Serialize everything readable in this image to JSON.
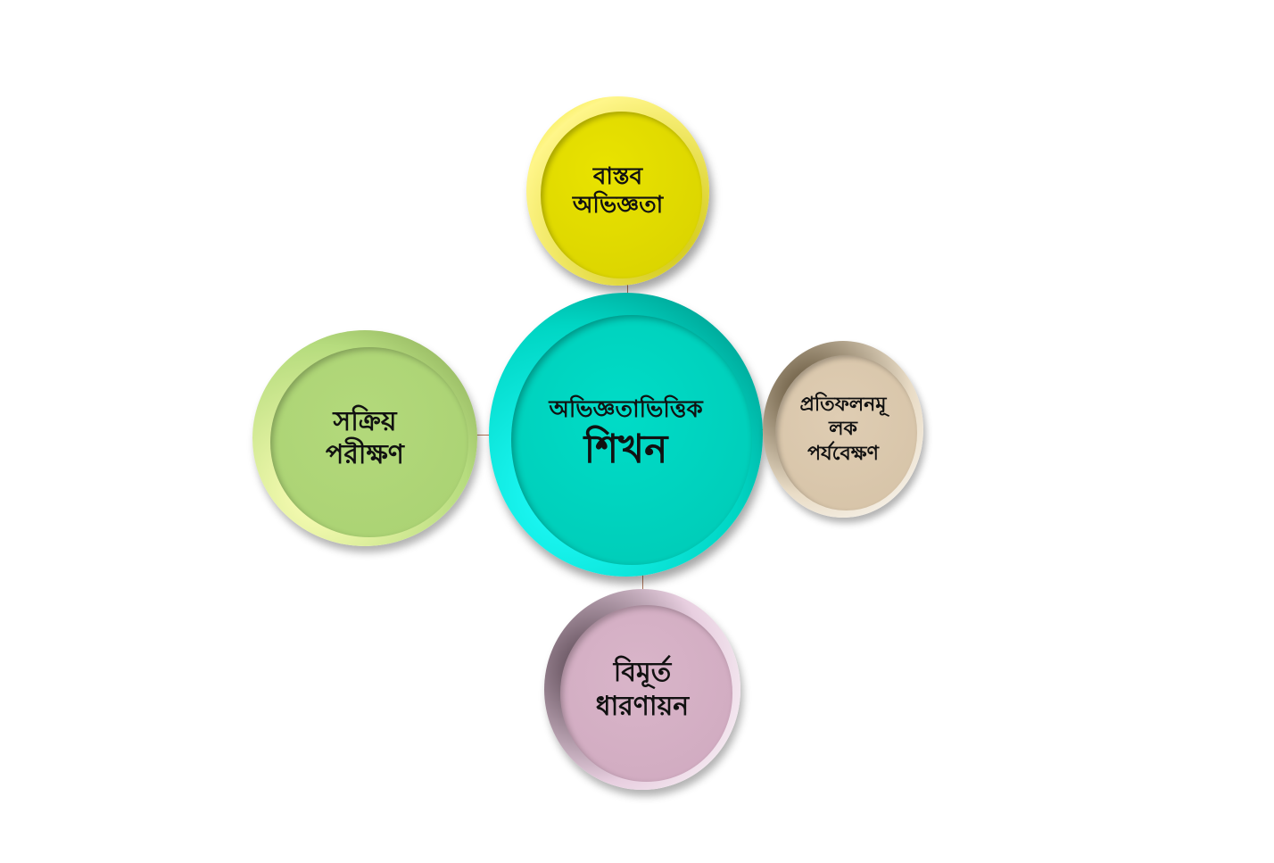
{
  "center": {
    "line1": "অভিজ্ঞতাভিত্তিক",
    "line2": "শিখন"
  },
  "top": {
    "line1": "বাস্তব",
    "line2": "অভিজ্ঞতা"
  },
  "right": {
    "line1": "প্রতিফলনমূ",
    "line2": "লক",
    "line3": "পর্যবেক্ষণ"
  },
  "bottom": {
    "line1": "বিমূর্ত",
    "line2": "ধারণায়ন"
  },
  "left": {
    "line1": "সক্রিয়",
    "line2": "পরীক্ষণ"
  },
  "colors": {
    "center": "#00d6c4",
    "top": "#e2db00",
    "right": "#d8c6aa",
    "bottom": "#d4b0c5",
    "left": "#b0d678",
    "connector": "#b0765a"
  }
}
